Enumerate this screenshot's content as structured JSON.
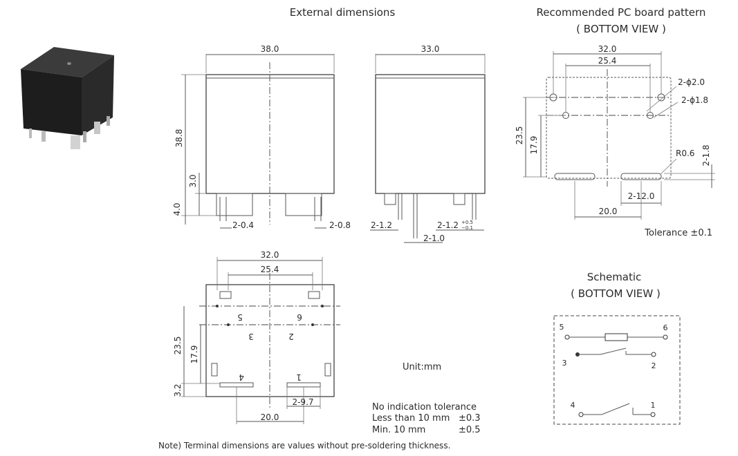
{
  "titles": {
    "external": "External dimensions",
    "pcb_line1": "Recommended PC board pattern",
    "pcb_line2": "( BOTTOM VIEW )",
    "schematic_line1": "Schematic",
    "schematic_line2": "( BOTTOM VIEW )"
  },
  "front_view": {
    "width": "38.0",
    "height": "38.8",
    "pin_len": "3.0",
    "base": "4.0",
    "pin_w1": "2-0.4",
    "pin_w2": "2-0.8"
  },
  "side_view": {
    "width": "33.0",
    "pin_a": "2-1.2",
    "pin_b": "2-1.2",
    "pin_b_tol_plus": "+0.5",
    "pin_b_tol_minus": "−0.1",
    "pin_c": "2-1.0"
  },
  "bottom_view": {
    "w_outer": "32.0",
    "w_inner": "25.4",
    "h_outer": "23.5",
    "h_inner": "17.9",
    "base": "3.2",
    "pin_w": "2-9.7",
    "pin_spacing": "20.0",
    "pin_labels": [
      "5",
      "6",
      "3",
      "2",
      "4",
      "1"
    ]
  },
  "pcb": {
    "w_outer": "32.0",
    "w_inner": "25.4",
    "hole_a": "2-ϕ2.0",
    "hole_b": "2-ϕ1.8",
    "h_outer": "23.5",
    "h_inner": "17.9",
    "radius": "R0.6",
    "slot_w": "2-1.8",
    "slot_len": "2-12.0",
    "slot_spacing": "20.0",
    "tolerance": "Tolerance ±0.1"
  },
  "unit": "Unit:mm",
  "tolerance_note": {
    "line1": "No indication tolerance",
    "line2_label": "Less than 10 mm",
    "line2_value": "±0.3",
    "line3_label": "Min. 10 mm",
    "line3_value": "±0.5"
  },
  "footnote": "Note) Terminal dimensions are values without pre-soldering thickness.",
  "schematic_pins": [
    "5",
    "6",
    "3",
    "2",
    "4",
    "1"
  ]
}
